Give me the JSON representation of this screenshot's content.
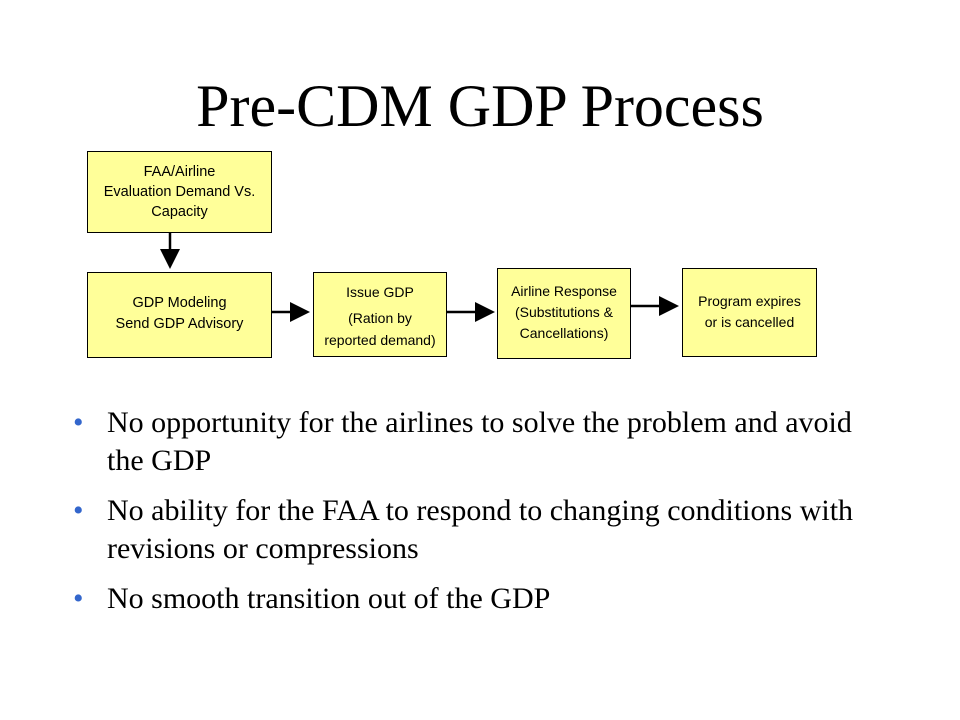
{
  "title": "Pre-CDM GDP Process",
  "diagram": {
    "eval_box": [
      "FAA/Airline",
      "Evaluation  Demand Vs.",
      "Capacity"
    ],
    "modeling_box": [
      "GDP Modeling",
      "Send GDP Advisory"
    ],
    "issue_box": [
      "Issue  GDP",
      "(Ration by",
      "reported demand)"
    ],
    "response_box": [
      "Airline Response",
      "(Substitutions &",
      "Cancellations)"
    ],
    "expire_box": [
      "Program expires",
      "or is cancelled"
    ]
  },
  "bullets": [
    "No opportunity for the airlines to solve the problem and avoid the GDP",
    "No ability for the FAA to respond to changing conditions with revisions or compressions",
    "No smooth transition out of the GDP"
  ]
}
